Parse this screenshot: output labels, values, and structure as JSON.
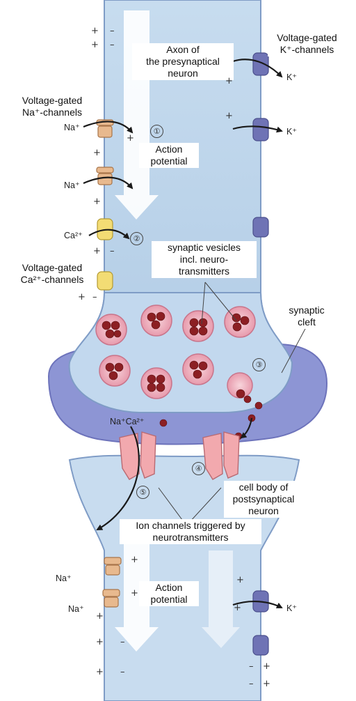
{
  "labels": {
    "axon": "Axon of\nthe presynaptical\nneuron",
    "k_channels": "Voltage-gated\nK⁺-channels",
    "na_channels": "Voltage-gated\nNa⁺-channels",
    "action_potential_top": "Action\npotential",
    "vesicles": "synaptic vesicles\nincl. neuro-\ntransmitters",
    "ca_channels": "Voltage-gated\nCa²⁺-channels",
    "synaptic_cleft": "synaptic\ncleft",
    "cell_body": "cell body of\npostsynaptical\nneuron",
    "ion_channels_triggered": "Ion channels triggered by\nneurotransmitters",
    "action_potential_bottom": "Action\npotential"
  },
  "ions": {
    "k1": "K⁺",
    "k2": "K⁺",
    "k3": "K⁺",
    "na1": "Na⁺",
    "na2": "Na⁺",
    "ca": "Ca²⁺",
    "na_ca_post": "Na⁺Ca²⁺",
    "na3": "Na⁺",
    "na4": "Na⁺"
  },
  "steps": [
    "①",
    "②",
    "③",
    "④",
    "⑤"
  ],
  "signs": {
    "plus": "+",
    "minus": "–"
  },
  "colors": {
    "axon_fill": "#c5dbee",
    "axon_edge": "#7f9cc6",
    "membrane": "#8d95d4",
    "membrane_dark": "#6d73bb",
    "vesicle_fill": "#f0b6c3",
    "vesicle_edge": "#c9758b",
    "transmitter": "#8c1f23",
    "na_channel": "#e8b98e",
    "ca_channel": "#f3dc74",
    "k_channel": "#6f73b5",
    "receptor": "#f2a9ae"
  }
}
